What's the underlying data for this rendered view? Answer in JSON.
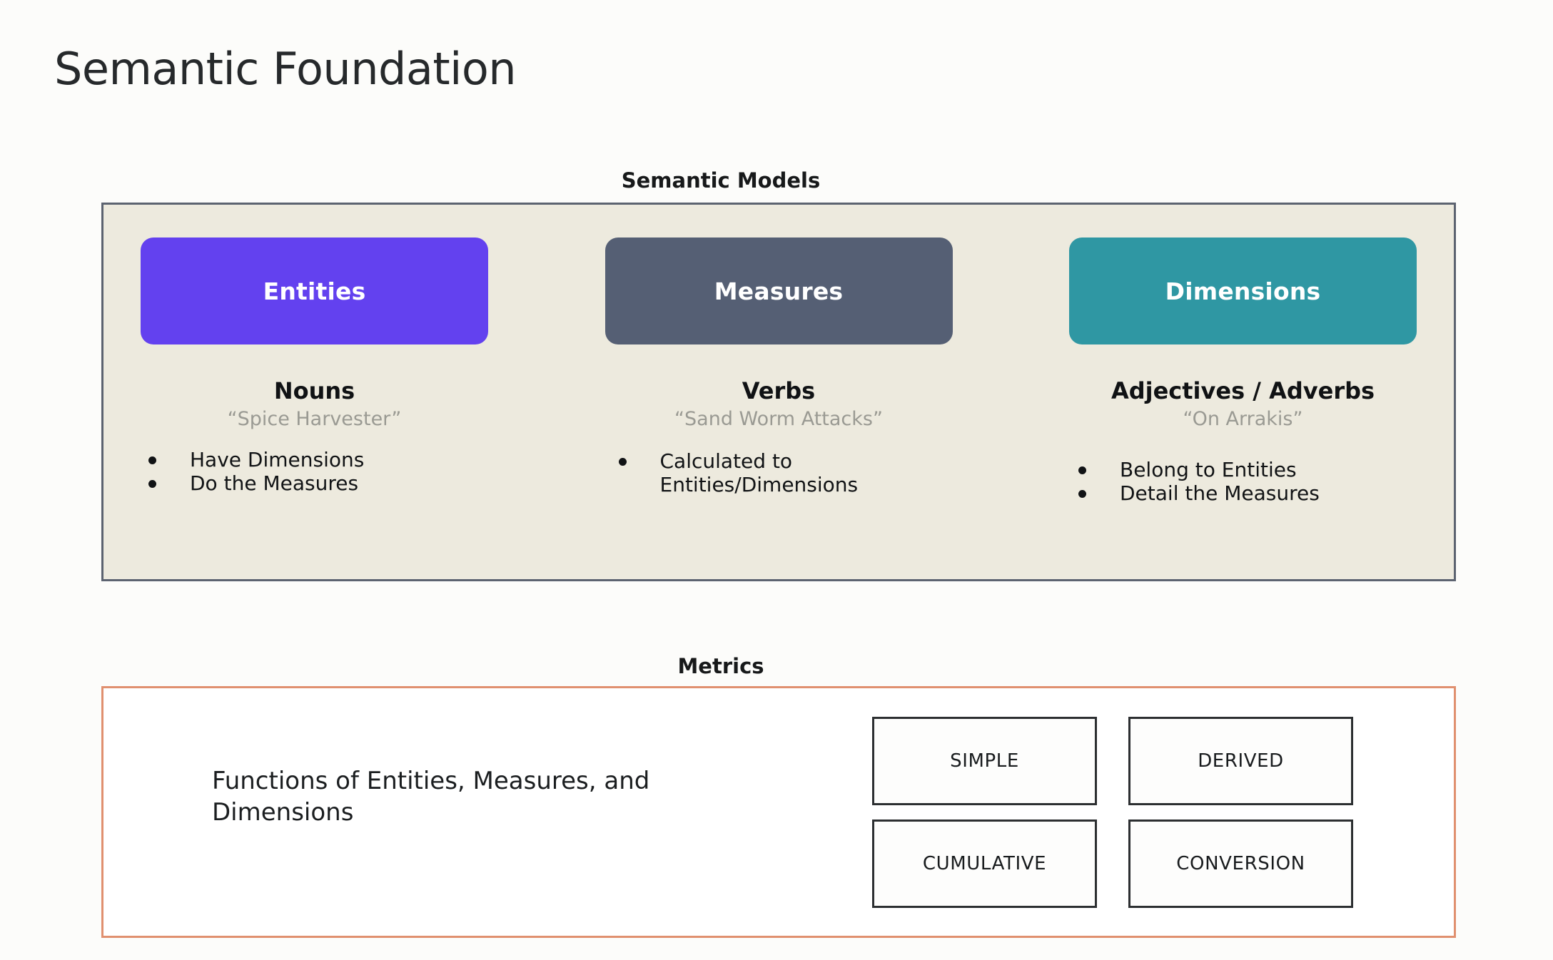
{
  "page": {
    "title": "Semantic Foundation",
    "background_color": "#fcfcfa"
  },
  "semantic_models": {
    "heading": "Semantic Models",
    "panel_background": "#edeade",
    "panel_border": "#5c6370",
    "columns": [
      {
        "pill_label": "Entities",
        "pill_color": "#6341ef",
        "part_of_speech": "Nouns",
        "example": "“Spice Harvester”",
        "bullets": [
          "Have Dimensions",
          "Do the Measures"
        ]
      },
      {
        "pill_label": "Measures",
        "pill_color": "#555f74",
        "part_of_speech": "Verbs",
        "example": "“Sand Worm Attacks”",
        "bullets": [
          "Calculated to\nEntities/Dimensions"
        ]
      },
      {
        "pill_label": "Dimensions",
        "pill_color": "#2f97a3",
        "part_of_speech": "Adjectives / Adverbs",
        "example": "“On Arrakis”",
        "bullets": [
          "Belong to Entities",
          "Detail the Measures"
        ]
      }
    ]
  },
  "metrics": {
    "heading": "Metrics",
    "panel_border": "#e0906f",
    "description": "Functions of Entities, Measures, and Dimensions",
    "types": [
      "SIMPLE",
      "DERIVED",
      "CUMULATIVE",
      "CONVERSION"
    ]
  }
}
